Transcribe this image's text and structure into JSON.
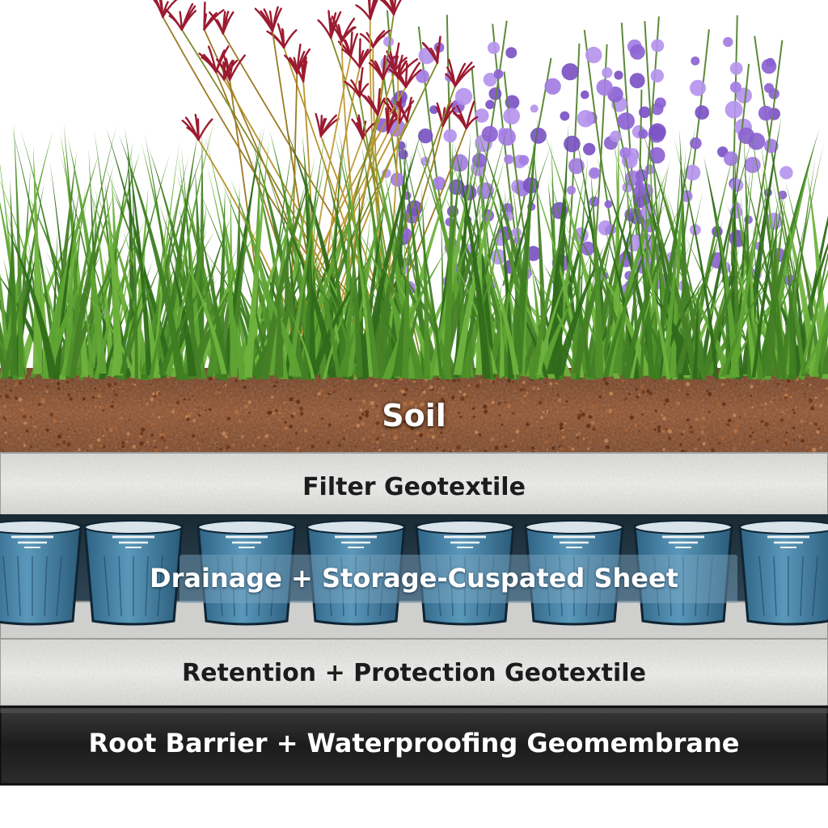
{
  "layers": {
    "soil": "Soil",
    "filter": "Filter Geotextile",
    "drainage": "Drainage + Storage-Cuspated Sheet",
    "retention": "Retention + Protection Geotextile",
    "barrier": "Root Barrier + Waterproofing Geomembrane"
  },
  "colors": {
    "soil": "#8a4a26",
    "geotextile": "#e6e6e4",
    "cup": "#3f7da0",
    "membrane": "#1e1e1e",
    "grass": "#4f8f2a",
    "grass_flower": "#9b1b30",
    "lavender": "#9a6fd6"
  }
}
